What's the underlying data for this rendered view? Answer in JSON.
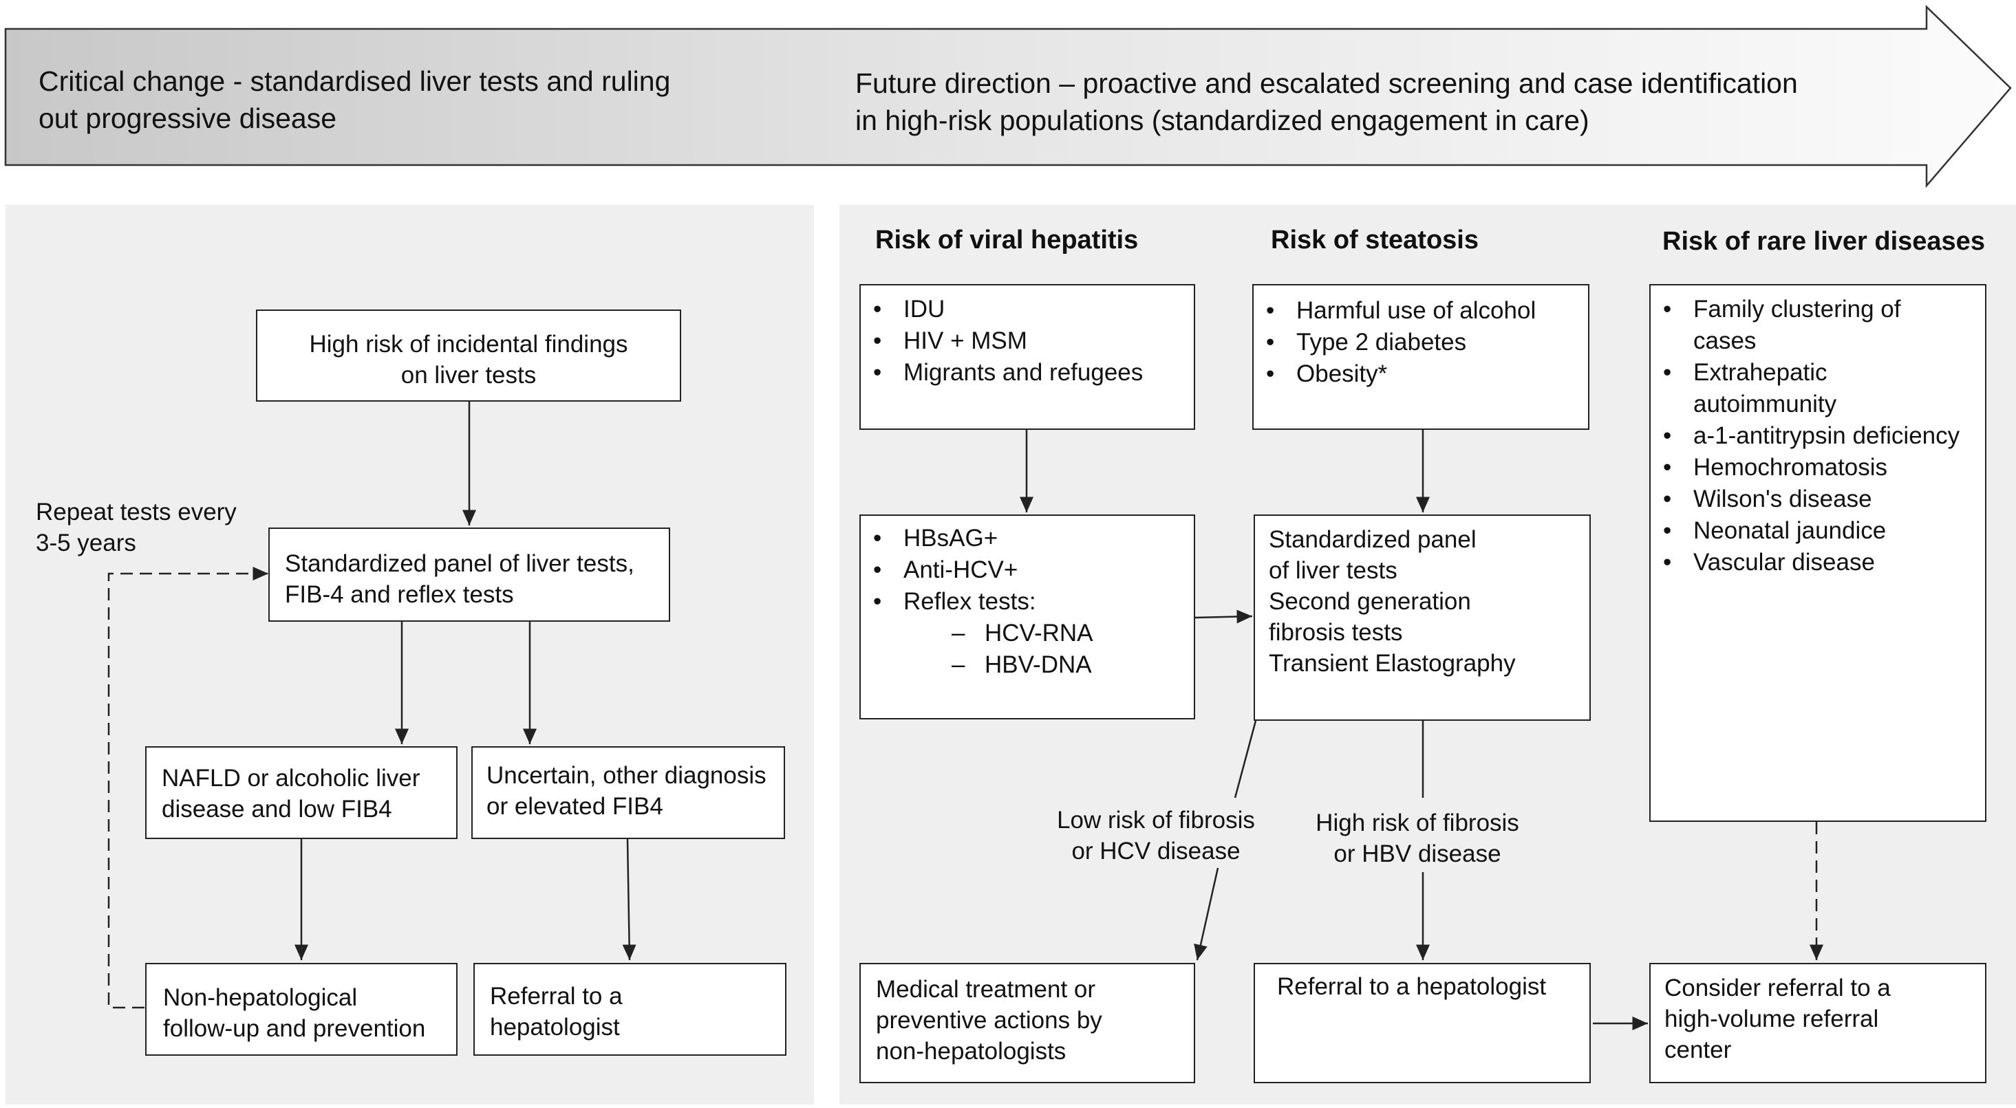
{
  "banner": {
    "left_text": "Critical change - standardised liver tests and ruling\nout progressive disease",
    "right_text": "Future direction – proactive and escalated screening and case identification\nin high-risk populations (standardized engagement in care)"
  },
  "left_panel": {
    "start_box": "High risk of incidental findings\non liver tests",
    "repeat_note": "Repeat tests every\n3-5 years",
    "panel_box": "Standardized panel of liver tests,\nFIB-4 and reflex tests",
    "nafld_box": "NAFLD or alcoholic liver\ndisease and low FIB4",
    "uncertain_box": "Uncertain, other diagnosis\nor elevated FIB4",
    "nonhep_box": "Non-hepatological\nfollow-up and prevention",
    "referral_box": "Referral to a\nhepatologist"
  },
  "right_panel": {
    "headers": {
      "viral": "Risk of viral hepatitis",
      "steatosis": "Risk of steatosis",
      "rare": "Risk of rare liver diseases"
    },
    "viral_risks": [
      "IDU",
      "HIV + MSM",
      "Migrants and refugees"
    ],
    "steatosis_risks": [
      "Harmful use of alcohol",
      "Type 2 diabetes",
      "Obesity*"
    ],
    "rare_risks": [
      "Family clustering of\ncases",
      "Extrahepatic\nautoimmunity",
      "a-1-antitrypsin deficiency",
      "Hemochromatosis",
      "Wilson's disease",
      "Neonatal jaundice",
      "Vascular disease"
    ],
    "viral_tests": [
      "HBsAG+",
      "Anti-HCV+",
      "Reflex tests:"
    ],
    "viral_reflex": [
      "HCV-RNA",
      "HBV-DNA"
    ],
    "steatosis_tests": "Standardized panel\nof liver tests\nSecond generation\nfibrosis tests\nTransient Elastography",
    "low_risk_label": "Low risk of fibrosis\nor HCV disease",
    "high_risk_label": "High risk of fibrosis\nor HBV disease",
    "medical_box": "Medical treatment or\npreventive actions by\nnon-hepatologists",
    "referral_box": "Referral to a hepatologist",
    "highvolume_box": "Consider referral to a\nhigh-volume referral\ncenter"
  },
  "colors": {
    "panel_bg": "#efefef",
    "stroke": "#222222",
    "banner_start": "#c8c8c8",
    "banner_end": "#fafafa"
  }
}
